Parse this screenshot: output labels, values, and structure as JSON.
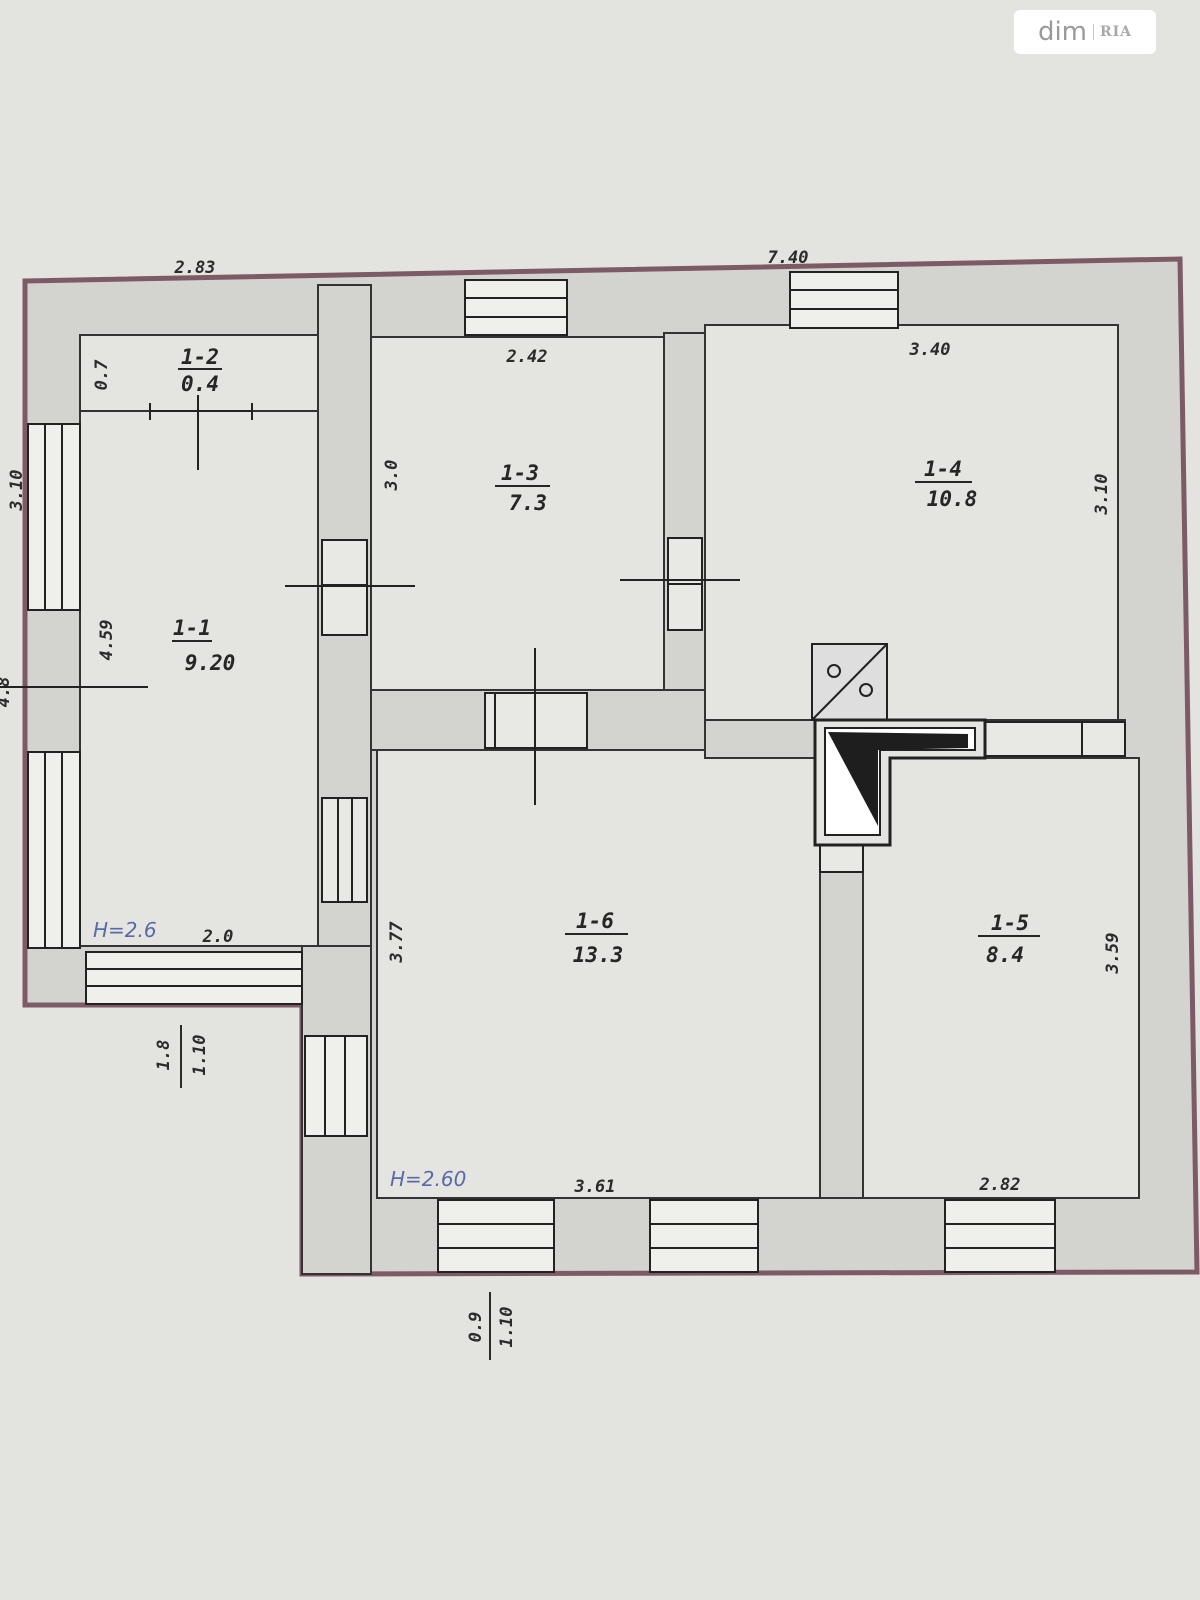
{
  "watermark": {
    "brand": "dim",
    "sub": "RIA"
  },
  "rooms": [
    {
      "id": "1-1",
      "area": "9.20"
    },
    {
      "id": "1-2",
      "area": "0.4"
    },
    {
      "id": "1-3",
      "area": "7.3"
    },
    {
      "id": "1-4",
      "area": "10.8"
    },
    {
      "id": "1-5",
      "area": "8.4"
    },
    {
      "id": "1-6",
      "area": "13.3"
    }
  ],
  "dimensions": {
    "top_left_length": "2.83",
    "top_right_length": "7.40",
    "room3_width": "2.42",
    "room4_width": "3.40",
    "room2_depth": "0.7",
    "left_length": "3.10",
    "room1_depth": "4.59",
    "room3_depth": "3.0",
    "room4_depth": "3.10",
    "room1_width": "2.0",
    "room6_depth": "3.77",
    "room5_depth": "3.59",
    "room6_width": "3.61",
    "room5_width": "2.82",
    "left_cut": "4.8"
  },
  "heights": {
    "left_wing": "H=2.6",
    "main": "H=2.60"
  },
  "windows": {
    "west_sill": "1.8",
    "west_opening": "1.10",
    "south_sill": "0.9",
    "south_opening": "1.10"
  }
}
